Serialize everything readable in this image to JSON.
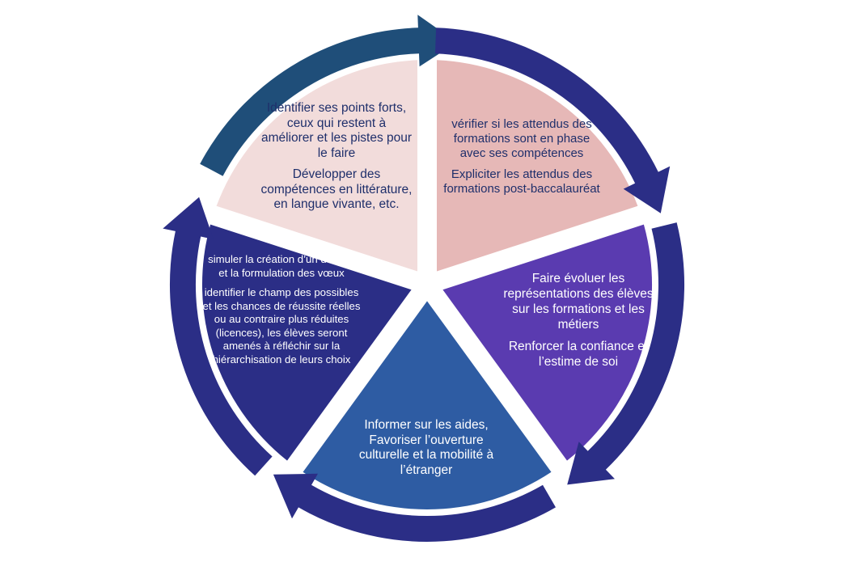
{
  "colors": {
    "seg_top_left": "#f2dcdb",
    "seg_top_right": "#e6b8b7",
    "seg_right": "#5a3bb0",
    "seg_bottom": "#2e5ca3",
    "seg_left": "#2b2e86",
    "arrow_top_left": "#1f4e79",
    "arrow_others": "#2b2e86",
    "text_dark": "#1f2f6b",
    "text_light": "#ffffff"
  },
  "segments": [
    {
      "id": "top-left",
      "paragraphs": [
        "Identifier ses points forts, ceux qui restent à améliorer et les pistes pour le faire",
        "Développer des compétences en littérature, en langue vivante, etc."
      ]
    },
    {
      "id": "top-right",
      "paragraphs": [
        "vérifier si les attendus des formations sont en phase avec ses compétences",
        "Expliciter les attendus des formations post-baccalauréat"
      ]
    },
    {
      "id": "right",
      "paragraphs": [
        "Faire évoluer les représentations des élèves sur les formations et les métiers",
        "Renforcer la confiance et l’estime de soi"
      ]
    },
    {
      "id": "bottom",
      "paragraphs": [
        "Informer sur les aides, Favoriser l’ouverture culturelle et la mobilité à l’étranger"
      ]
    },
    {
      "id": "left",
      "paragraphs": [
        "simuler la création d’un dossier et la formulation des vœux",
        "identifier le champ des possibles et les chances de réussite réelles ou au contraire plus réduites (licences), les élèves seront amenés à réfléchir sur la hiérarchisation de leurs choix"
      ]
    }
  ]
}
